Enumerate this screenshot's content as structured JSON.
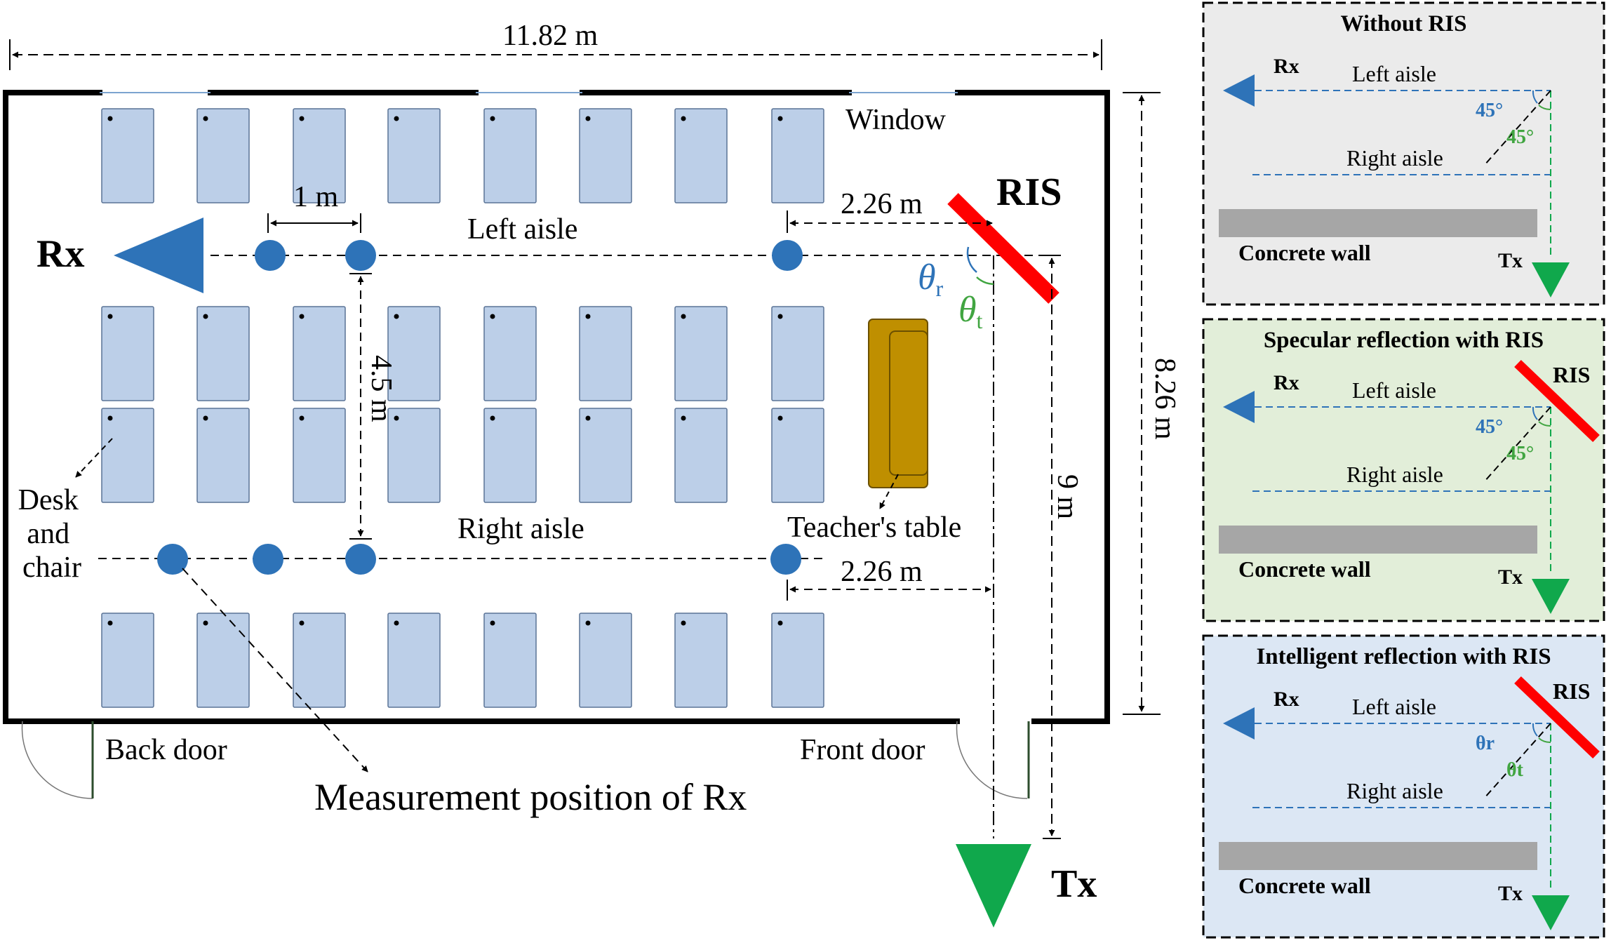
{
  "main": {
    "width_label": "11.82 m",
    "height_label": "8.26 m",
    "window_label": "Window",
    "ris_label": "RIS",
    "rx_label": "Rx",
    "tx_label": "Tx",
    "one_m_label": "1 m",
    "dist_top_label": "2.26 m",
    "dist_bottom_label": "2.26 m",
    "left_aisle_label": "Left aisle",
    "right_aisle_label": "Right aisle",
    "vert_label": "4.5 m",
    "nine_m_label": "9 m",
    "theta_r_label": "θ",
    "theta_r_sub": "r",
    "theta_t_label": "θ",
    "theta_t_sub": "t",
    "desk_label_lines": [
      "Desk",
      "and",
      "chair"
    ],
    "teacher_label": "Teacher's table",
    "back_door_label": "Back door",
    "front_door_label": "Front door",
    "measure_label": "Measurement position of Rx"
  },
  "panels": [
    {
      "title": "Without RIS",
      "rx": "Rx",
      "tx": "Tx",
      "left_aisle": "Left aisle",
      "right_aisle": "Right aisle",
      "wall": "Concrete wall",
      "ris": "",
      "angle_a": "45°",
      "angle_b": "45°",
      "bg": "#ebebeb"
    },
    {
      "title": "Specular reflection with RIS",
      "rx": "Rx",
      "tx": "Tx",
      "left_aisle": "Left aisle",
      "right_aisle": "Right aisle",
      "wall": "Concrete wall",
      "ris": "RIS",
      "angle_a": "45°",
      "angle_b": "45°",
      "bg": "#e2eed9"
    },
    {
      "title": "Intelligent reflection with RIS",
      "rx": "Rx",
      "tx": "Tx",
      "left_aisle": "Left aisle",
      "right_aisle": "Right aisle",
      "wall": "Concrete wall",
      "ris": "RIS",
      "angle_a": "θr",
      "angle_b": "θt",
      "bg": "#dce7f4"
    }
  ],
  "colors": {
    "desk_fill": "#bccfe8",
    "desk_stroke": "#5a7396",
    "rx_blue": "#2e73b8",
    "tx_green": "#10a84c",
    "ris_red": "#ff0000",
    "teacher_table": "#bf8f00",
    "wall_gray": "#a6a6a6",
    "angle_blue": "#2e73b8",
    "angle_green": "#41a541"
  }
}
